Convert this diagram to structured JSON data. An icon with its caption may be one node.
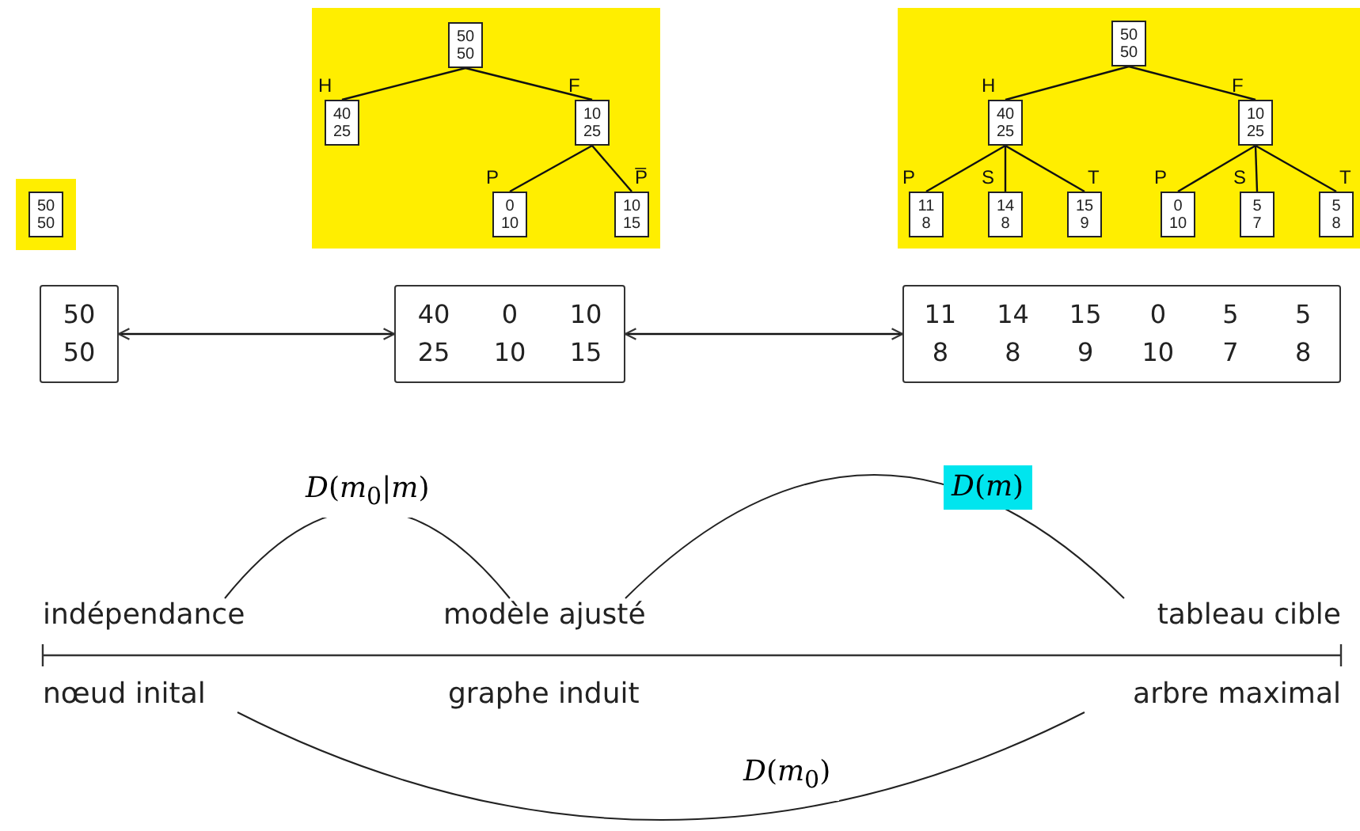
{
  "diagram": {
    "nodes": [
      {
        "text": [],
        "shape": "box"
      },
      {
        "text": [
          "50",
          "50"
        ],
        "in": 0
      },
      {
        "text": [],
        "shape": "box"
      },
      {
        "text": [
          "50",
          "50"
        ],
        "in": 2
      },
      {
        "text": [
          "40",
          "25"
        ],
        "in": 2,
        "beside": [
          "H"
        ]
      },
      {
        "text": [
          "10",
          "25"
        ],
        "in": 2,
        "beside": [
          "F"
        ]
      },
      {
        "text": [
          "0",
          "10"
        ],
        "in": 2,
        "beside": [
          "P"
        ]
      },
      {
        "text": [
          "10",
          "15"
        ],
        "in": 2,
        "beside": [
          "P̅"
        ]
      },
      {
        "text": [],
        "shape": "box"
      },
      {
        "text": [
          "50",
          "50"
        ],
        "in": 8
      },
      {
        "text": [
          "40",
          "25"
        ],
        "in": 8,
        "beside": [
          "H"
        ]
      },
      {
        "text": [
          "10",
          "25"
        ],
        "in": 8,
        "beside": [
          "F"
        ]
      },
      {
        "text": [
          "11",
          "8"
        ],
        "in": 8,
        "beside": [
          "P"
        ]
      },
      {
        "text": [
          "14",
          "8"
        ],
        "in": 8,
        "beside": [
          "S"
        ]
      },
      {
        "text": [
          "15",
          "9"
        ],
        "in": 8,
        "beside": [
          "T"
        ]
      },
      {
        "text": [
          "0",
          "10"
        ],
        "in": 8,
        "beside": [
          "P"
        ]
      },
      {
        "text": [
          "5",
          "7"
        ],
        "in": 8,
        "beside": [
          "S"
        ]
      },
      {
        "text": [
          "5",
          "8"
        ],
        "in": 8,
        "beside": [
          "T"
        ]
      },
      {
        "text": [
          "50",
          "50"
        ]
      },
      {
        "text": [
          "40",
          "0",
          "10",
          "25",
          "10",
          "15"
        ]
      },
      {
        "text": [
          "11",
          "14",
          "15",
          "0",
          "5",
          "5",
          "8",
          "8",
          "9",
          "10",
          "7",
          "8"
        ]
      },
      {
        "text": [
          "indépendance"
        ]
      },
      {
        "text": [
          "modèle ajusté"
        ]
      },
      {
        "text": [
          "tableau cible"
        ]
      },
      {
        "text": [
          "nœud inital"
        ]
      },
      {
        "text": [
          "arbre maximal"
        ]
      }
    ],
    "edges": [
      {
        "from": 3,
        "to": 4,
        "arrow": "none"
      },
      {
        "from": 3,
        "to": 5,
        "arrow": "none"
      },
      {
        "from": 5,
        "to": 6,
        "arrow": "none"
      },
      {
        "from": 5,
        "to": 7,
        "arrow": "none"
      },
      {
        "from": 9,
        "to": 10,
        "arrow": "none"
      },
      {
        "from": 9,
        "to": 11,
        "arrow": "none"
      },
      {
        "from": 10,
        "to": 12,
        "arrow": "none"
      },
      {
        "from": 10,
        "to": 13,
        "arrow": "none"
      },
      {
        "from": 10,
        "to": 14,
        "arrow": "none"
      },
      {
        "from": 11,
        "to": 15,
        "arrow": "none"
      },
      {
        "from": 11,
        "to": 16,
        "arrow": "none"
      },
      {
        "from": 11,
        "to": 17,
        "arrow": "none"
      },
      {
        "from": 18,
        "to": 19,
        "arrow": "both"
      },
      {
        "from": 19,
        "to": 20,
        "arrow": "both"
      },
      {
        "from": 21,
        "to": 22,
        "arrow": "none",
        "label": "*D*(*m*$_{0}$|*m*)"
      },
      {
        "from": 22,
        "to": 23,
        "arrow": "none",
        "label": "*D*(*m*)"
      },
      {
        "from": 24,
        "to": 25,
        "arrow": "none",
        "label": "*D*(*m*$_{0}$)"
      }
    ],
    "labels": [
      "graphe induit"
    ]
  }
}
